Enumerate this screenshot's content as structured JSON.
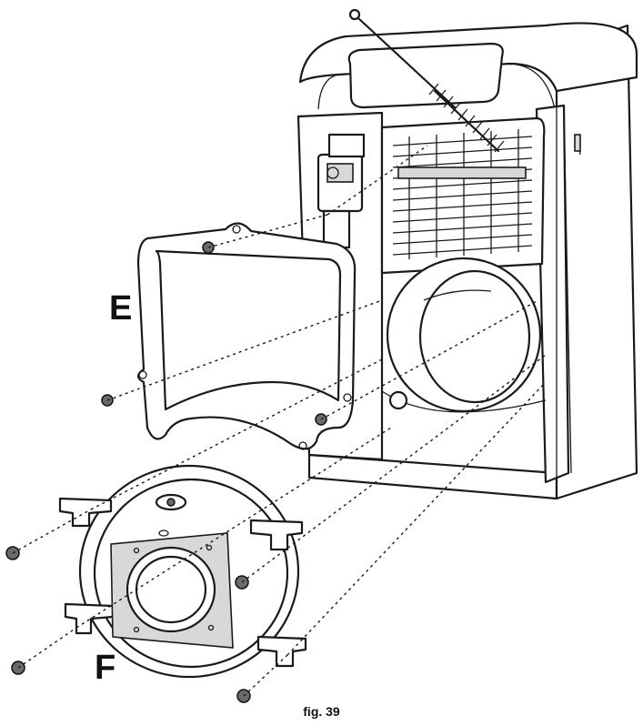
{
  "labels": {
    "door_panel": "E",
    "burner_plate": "F"
  },
  "caption": "fig. 39"
}
